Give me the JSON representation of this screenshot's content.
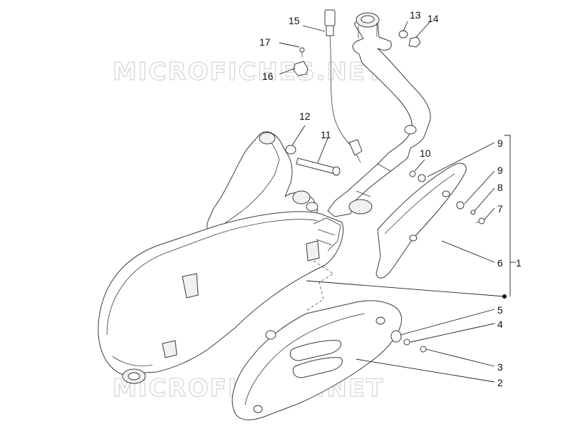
{
  "watermark": "MICROFICHES.NET",
  "callouts": {
    "c1": "1",
    "c2": "2",
    "c3": "3",
    "c4": "4",
    "c5": "5",
    "c6": "6",
    "c7": "7",
    "c8": "8",
    "c9a": "9",
    "c9b": "9",
    "c10": "10",
    "c11": "11",
    "c12": "12",
    "c13": "13",
    "c14": "14",
    "c15": "15",
    "c16": "16",
    "c17": "17"
  },
  "colors": {
    "line": "#3a3a3a",
    "watermark": "#d4d4d4",
    "background": "#ffffff"
  }
}
